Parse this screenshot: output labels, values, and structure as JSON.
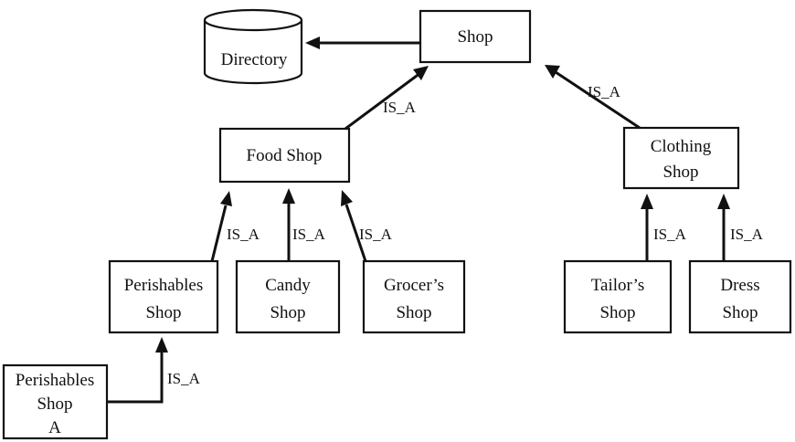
{
  "nodes": {
    "directory": "Directory",
    "shop": "Shop",
    "food_shop": "Food Shop",
    "clothing_shop": [
      "Clothing",
      "Shop"
    ],
    "perishables_shop": [
      "Perishables",
      "Shop"
    ],
    "candy_shop": [
      "Candy",
      "Shop"
    ],
    "grocers_shop": [
      "Grocer’s",
      "Shop"
    ],
    "tailors_shop": [
      "Tailor’s",
      "Shop"
    ],
    "dress_shop": [
      "Dress",
      "Shop"
    ],
    "perishables_shop_a": [
      "Perishables",
      "Shop",
      "A"
    ]
  },
  "edges": {
    "is_a": "IS_A"
  }
}
